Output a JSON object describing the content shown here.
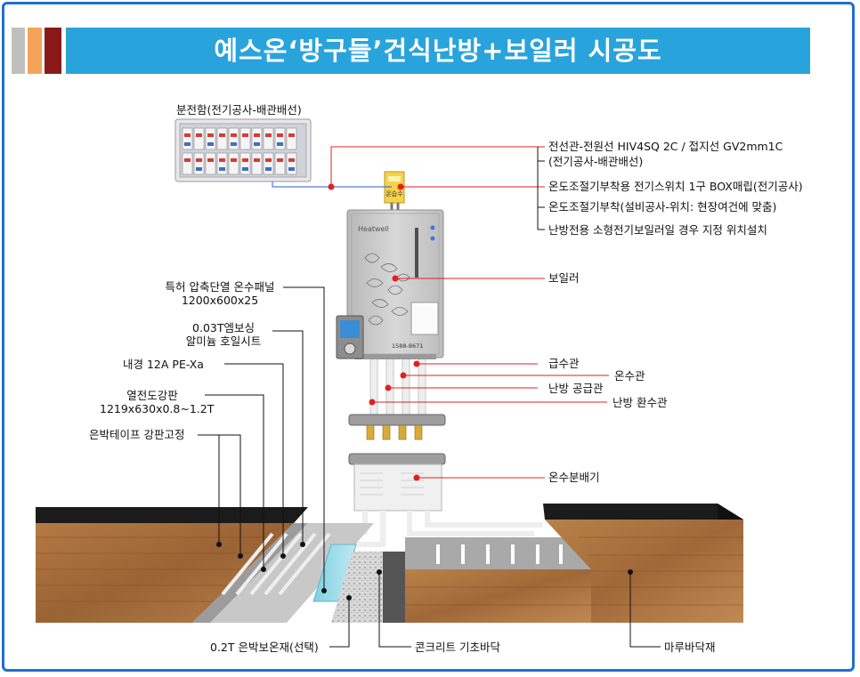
{
  "title": "예스온‘방구들’건식난방+보일러 시공도",
  "colors": {
    "frame": "#1f6fd0",
    "title_bar": "#29a3dc",
    "strip_gray": "#bfbfbf",
    "strip_orange": "#f6a35a",
    "strip_darkred": "#8a1a1a",
    "leader_red": "#e02020",
    "leader_black": "#111111",
    "leader_blue": "#2a5bd7",
    "boiler_body": "#c9c9c9",
    "wood": "#a86f3c"
  },
  "boiler_brand": "Heatwell",
  "boiler_phone": "1588-8671",
  "switch_label": "온습수",
  "labels": {
    "panel_box": "분전함(전기공사-배관배선)",
    "cable_1": "전선관-전원선 HIV4SQ 2C / 접지선 GV2mm1C",
    "cable_2": "(전기공사-배관배선)",
    "thermo_switch": "온도조절기부착용 전기스위치 1구 BOX매립(전기공사)",
    "thermo_mount": "온도조절기부착(설비공사-위치: 현장여건에 맞춤)",
    "small_boiler": "난방전용 소형전기보일러일 경우 지정 위치설치",
    "boiler": "보일러",
    "supply_water": "급수관",
    "hot_water": "온수관",
    "heat_supply": "난방 공급관",
    "heat_return": "난방 환수관",
    "distributor": "온수분배기",
    "panel_1": "특허 압축단열 온수패널",
    "panel_2": "1200x600x25",
    "emboss_1": "0.03T엠보싱",
    "emboss_2": "알미늄 호일시트",
    "pipe": "내경 12A PE-Xa",
    "steel_1": "열전도강판",
    "steel_2": "1219x630x0.8~1.2T",
    "tape": "은박테이프 강판고정",
    "insulation": "0.2T 은박보온재(선택)",
    "concrete": "콘크리트 기초바닥",
    "floor": "마루바닥재"
  }
}
